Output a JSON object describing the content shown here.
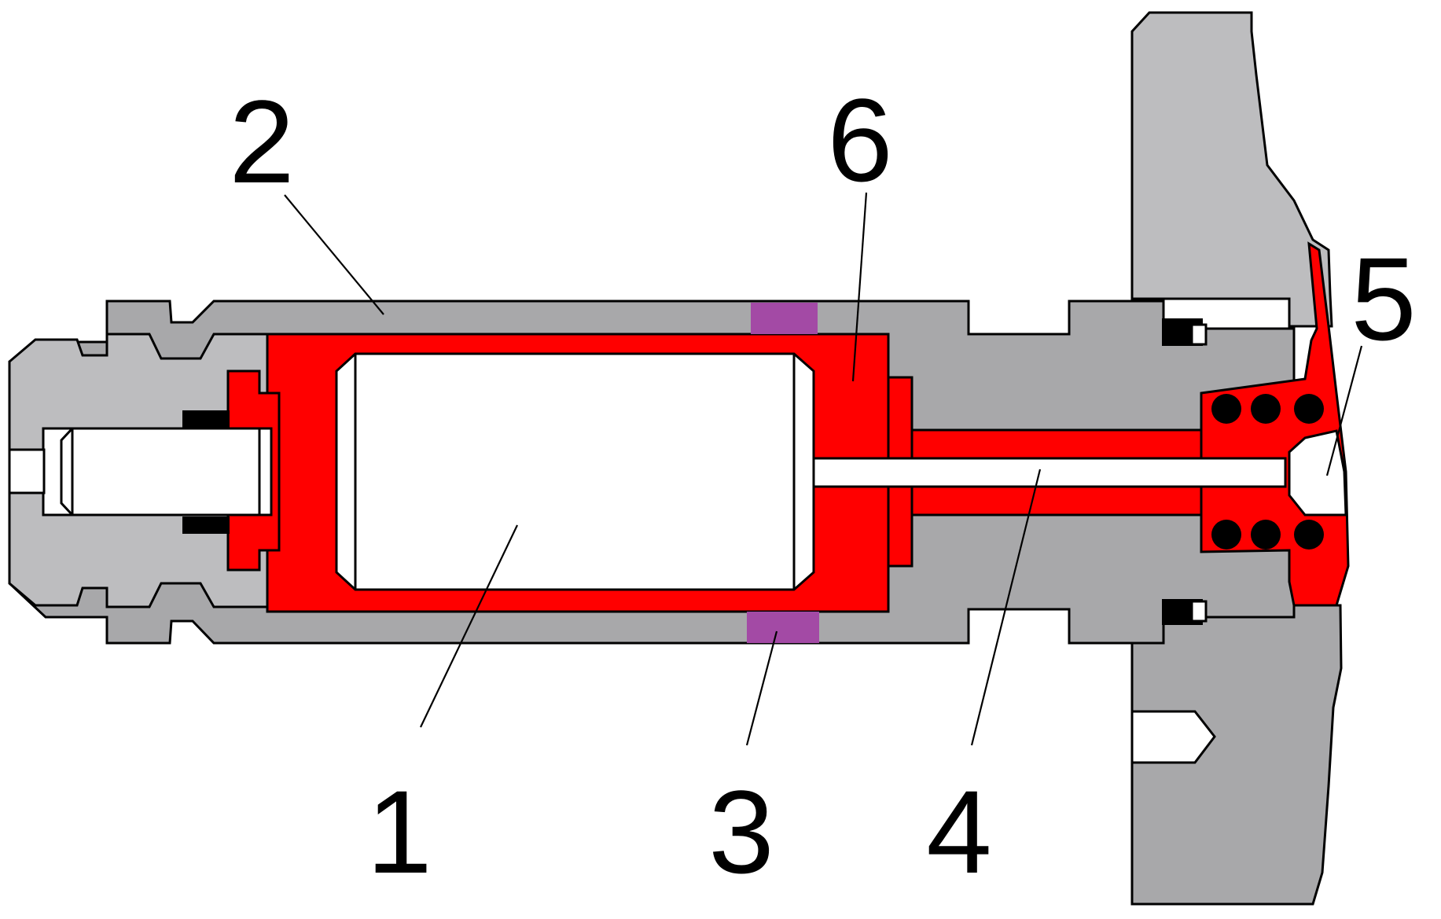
{
  "colors": {
    "housing": "#a8a8aa",
    "housing_light": "#bdbdbf",
    "fluid": "#ff0000",
    "window": "#a34aa5",
    "seal": "#000000",
    "background": "#ffffff"
  },
  "callouts": [
    {
      "label": "1"
    },
    {
      "label": "2"
    },
    {
      "label": "3"
    },
    {
      "label": "4"
    },
    {
      "label": "5"
    },
    {
      "label": "6"
    }
  ]
}
